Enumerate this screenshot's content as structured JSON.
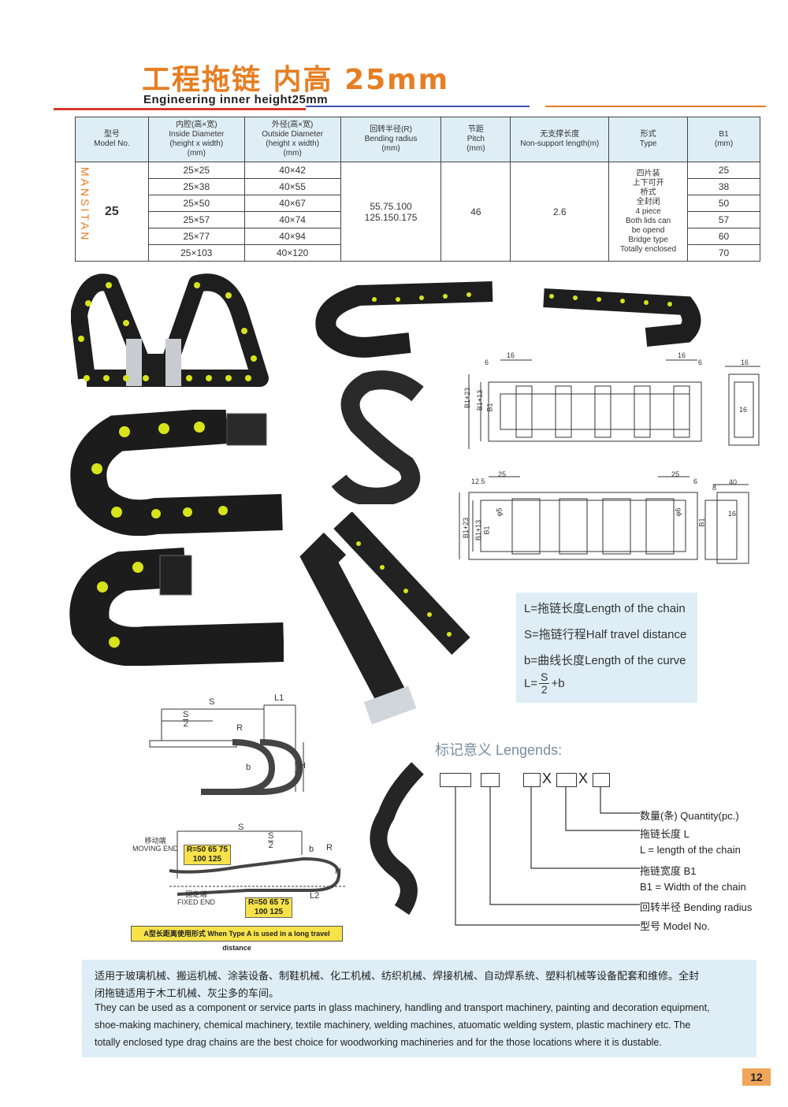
{
  "header": {
    "title_cn": "工程拖链  内高 25mm",
    "title_en": "Engineering inner height25mm"
  },
  "colors": {
    "accent": "#e67e22",
    "rule_red": "#d9372b",
    "rule_blue": "#3f4fb0",
    "panel_blue": "#dfeef6"
  },
  "table": {
    "headers": [
      {
        "cn": "型号",
        "en": "Model No."
      },
      {
        "cn": "内腔(高×宽)",
        "en": "Inside Diameter",
        "en2": "(height x width)",
        "unit": "(mm)"
      },
      {
        "cn": "外径(高×宽)",
        "en": "Outside Diameter",
        "en2": "(height x width)",
        "unit": "(mm)"
      },
      {
        "cn": "回转半径(R)",
        "en": "Bending radius",
        "unit": "(mm)"
      },
      {
        "cn": "节距",
        "en": "Pitch",
        "unit": "(mm)"
      },
      {
        "cn": "无支撑长度",
        "en": "Non-support length(m)"
      },
      {
        "cn": "形式",
        "en": "Type"
      },
      {
        "cn": "B1",
        "unit": "(mm)"
      }
    ],
    "brand": "MANSITAN",
    "model": "25",
    "rows": [
      {
        "inside": "25×25",
        "outside": "40×42",
        "b1": "25"
      },
      {
        "inside": "25×38",
        "outside": "40×55",
        "b1": "38"
      },
      {
        "inside": "25×50",
        "outside": "40×67",
        "b1": "50"
      },
      {
        "inside": "25×57",
        "outside": "40×74",
        "b1": "57"
      },
      {
        "inside": "25×77",
        "outside": "40×94",
        "b1": "60"
      },
      {
        "inside": "25×103",
        "outside": "40×120",
        "b1": "70"
      }
    ],
    "bending_radius_1": "55.75.100",
    "bending_radius_2": "125.150.175",
    "pitch": "46",
    "non_support": "2.6",
    "type_lines": [
      "四片装",
      "上下可开",
      "桥式",
      "全封闭",
      "4 piece",
      "Both lids can",
      "be opend",
      "Bridge type",
      "Totally enclosed"
    ]
  },
  "drawing_dims": {
    "d16a": "16",
    "d6a": "6",
    "d16b": "16",
    "d6b": "6",
    "d16c": "16",
    "d16d": "16",
    "b1_23": "B1+23",
    "b1_13": "B1+13",
    "b1": "B1",
    "d12_5": "12.5",
    "d25a": "25",
    "d25b": "25",
    "d6c": "6",
    "d40": "40",
    "d16e": "16",
    "phi5": "φ5",
    "phi6": "φ6",
    "d8": "8"
  },
  "formula": {
    "line1": "L=拖链长度Length of the chain",
    "line2": "S=拖链行程Half travel distance",
    "line3": "b=曲线长度Length of the curve",
    "l_eq": "L=",
    "num": "S",
    "den": "2",
    "plus_b": "+b"
  },
  "diagram": {
    "s": "S",
    "l1": "L1",
    "s_half_num": "S",
    "s_half_den": "2",
    "r": "R",
    "b": "b",
    "h": "H",
    "moving_end_cn": "移动端",
    "moving_end_en": "MOVING END",
    "fixed_end_cn": "固定端",
    "fixed_end_en": "FIXED END",
    "r_label_1a": "R=50 65 75",
    "r_label_1b": "100 125",
    "r_label_2a": "R=50 65 75",
    "r_label_2b": "100 125",
    "l2": "L2",
    "type_a_note": "A型长距离使用形式  When Type A is used in a long travel distance"
  },
  "legend": {
    "title": "标记意义 Lengends:",
    "x1": "X",
    "x2": "X",
    "labels": [
      "数量(条) Quantity(pc.)",
      "拖链长度 L",
      "L = length of the chain",
      "拖链宽度 B1",
      "B1 = Width of the chain",
      "回转半径 Bending radius",
      "型号 Model No."
    ]
  },
  "bottom": {
    "cn_line1": "适用于玻璃机械、搬运机械、涂装设备、制鞋机械、化工机械、纺织机械、焊接机械、自动焊系统、塑料机械等设备配套和维修。全封",
    "cn_line2": "闭拖链适用于木工机械、灰尘多的车间。",
    "en_line1": "They can be used as a component or service parts in glass machinery, handling and transport machinery, painting and decoration equipment,",
    "en_line2": "shoe-making machinery, chemical machinery, textile machinery, welding machines, atuomatic welding system, plastic machinery etc. The",
    "en_line3": "totally enclosed type drag chains are the best choice for woodworking machineries and for the those locations where it is dustable."
  },
  "page_number": "12"
}
